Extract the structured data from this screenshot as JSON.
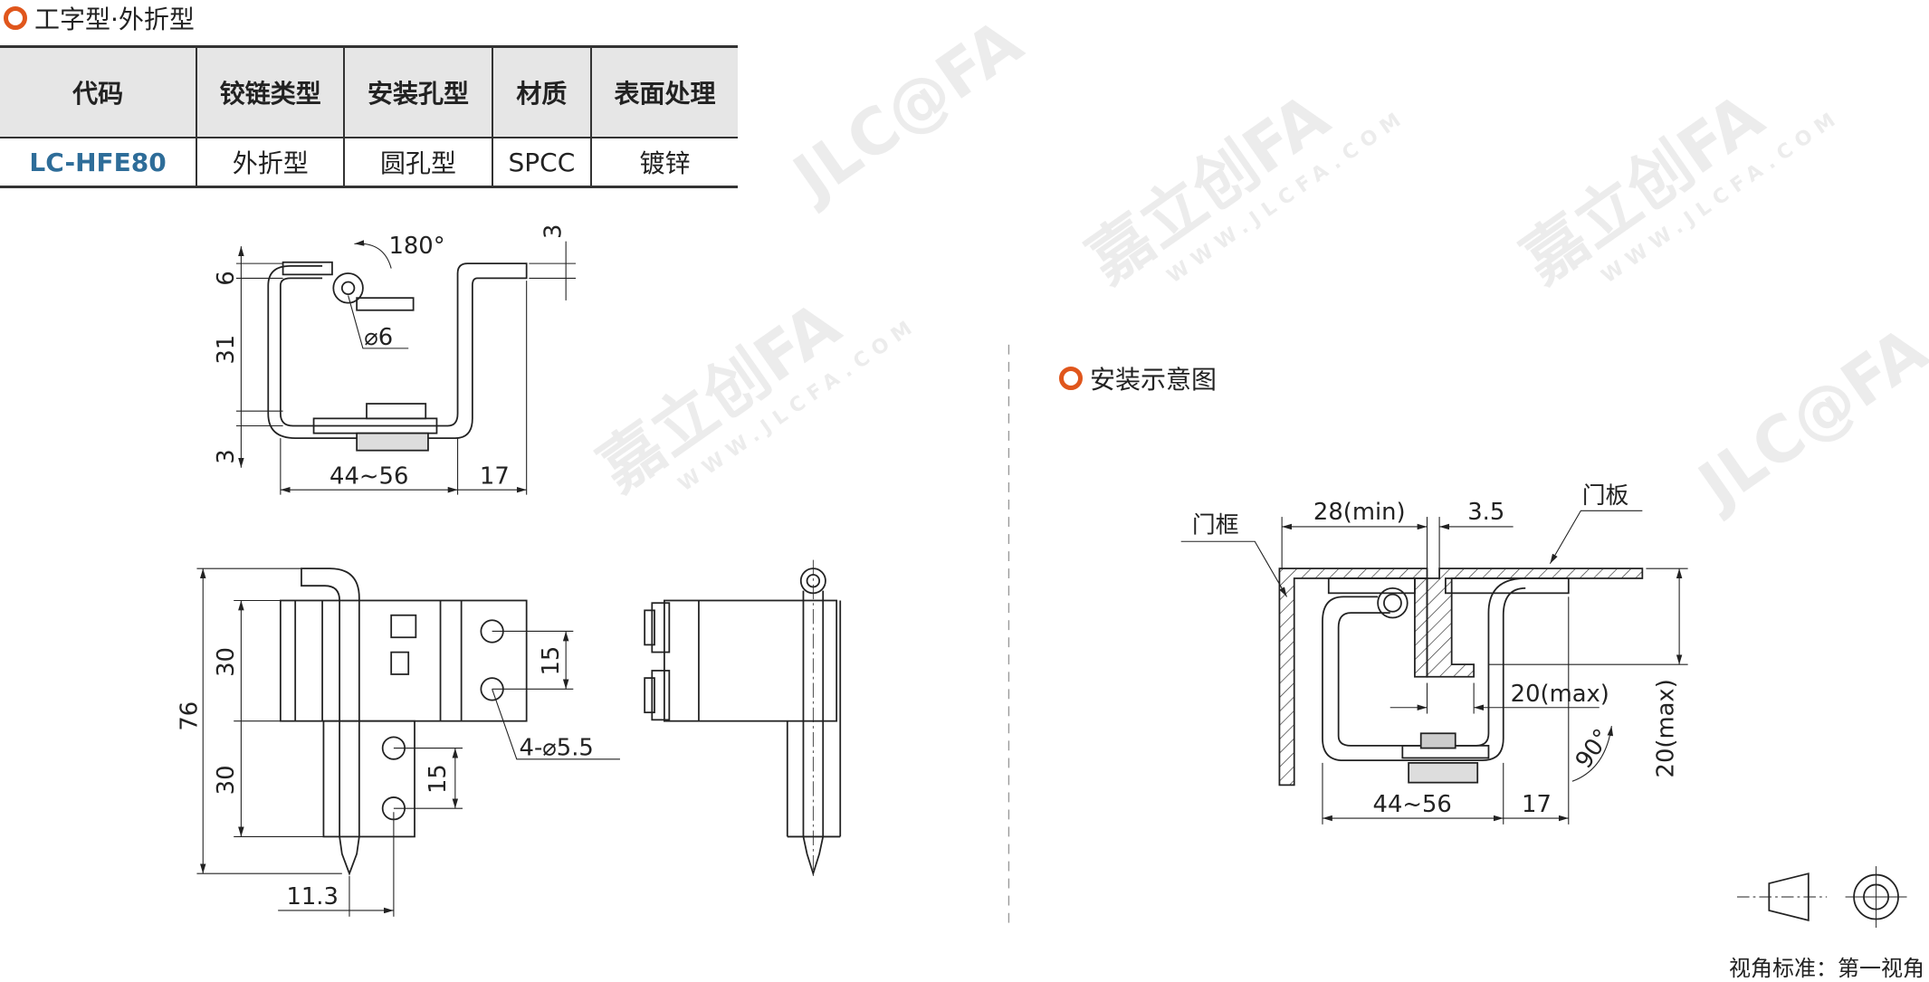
{
  "section1": {
    "title": "工字型·外折型"
  },
  "table": {
    "headers": [
      "代码",
      "铰链类型",
      "安装孔型",
      "材质",
      "表面处理"
    ],
    "row": [
      "LC-HFE80",
      "外折型",
      "圆孔型",
      "SPCC",
      "镀锌"
    ]
  },
  "drawing1": {
    "dim_6": "6",
    "dim_31": "31",
    "dim_3a": "3",
    "dim_3b": "3",
    "angle": "180°",
    "dia": "⌀6",
    "width": "44~56",
    "flange": "17"
  },
  "drawing2": {
    "dim_76": "76",
    "dim_30a": "30",
    "dim_30b": "30",
    "dim_15a": "15",
    "dim_15b": "15",
    "holes": "4-⌀5.5",
    "offset": "11.3"
  },
  "section2": {
    "title": "安装示意图"
  },
  "install": {
    "frame": "门框",
    "panel": "门板",
    "min": "28(min)",
    "gap": "3.5",
    "max_h": "20(max)",
    "max_v": "20(max)",
    "angle": "90°",
    "width": "44~56",
    "flange": "17"
  },
  "view_standard": "视角标准：第一视角",
  "watermark": {
    "brand": "嘉立创FA",
    "logo": "JLC@FA",
    "url": "WWW.JLCFA.COM"
  },
  "colors": {
    "accent": "#e0561c",
    "code": "#2e6d99"
  }
}
